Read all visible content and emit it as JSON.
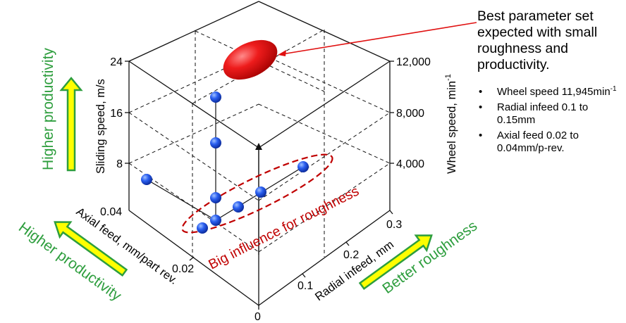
{
  "arrows": {
    "higher_productivity_vertical": "Higher productivity",
    "higher_productivity_axial": "Higher productivity",
    "better_roughness": "Better roughness"
  },
  "axes": {
    "sliding_speed": {
      "label": "Sliding speed, m/s",
      "ticks": [
        "24",
        "16",
        "8"
      ]
    },
    "wheel_speed": {
      "label": "Wheel speed, min",
      "unit_sup": "-1",
      "ticks": [
        "12,000",
        "8,000",
        "4,000"
      ]
    },
    "axial_feed": {
      "label": "Axial feed, mm/part rev.",
      "ticks": [
        "0.04",
        "0.02"
      ]
    },
    "radial_infeed": {
      "label": "Radial infeed, mm",
      "ticks": [
        "0.3",
        "0.2",
        "0.1",
        "0"
      ]
    }
  },
  "annotations": {
    "big_influence": "Big influence for roughness",
    "best_set_title": "Best parameter set expected with small roughness and productivity.",
    "bullets": [
      {
        "text": "Wheel speed 11,945min",
        "sup": "-1"
      },
      {
        "text": "Radial infeed 0.1 to 0.15mm",
        "sup": ""
      },
      {
        "text": "Axial feed 0.02 to 0.04mm/p-rev.",
        "sup": ""
      }
    ],
    "bullet_mark": "•"
  },
  "colors": {
    "green": "#2e9e3e",
    "yellow": "#ffff00",
    "red": "#d21a1a",
    "blue_point": "#1d4fe0",
    "ellipse": "#e81b1b"
  },
  "icons": {
    "data_point": "blue-sphere-icon",
    "optimum": "red-ellipsoid-icon",
    "direction": "green-yellow-arrow-icon"
  }
}
